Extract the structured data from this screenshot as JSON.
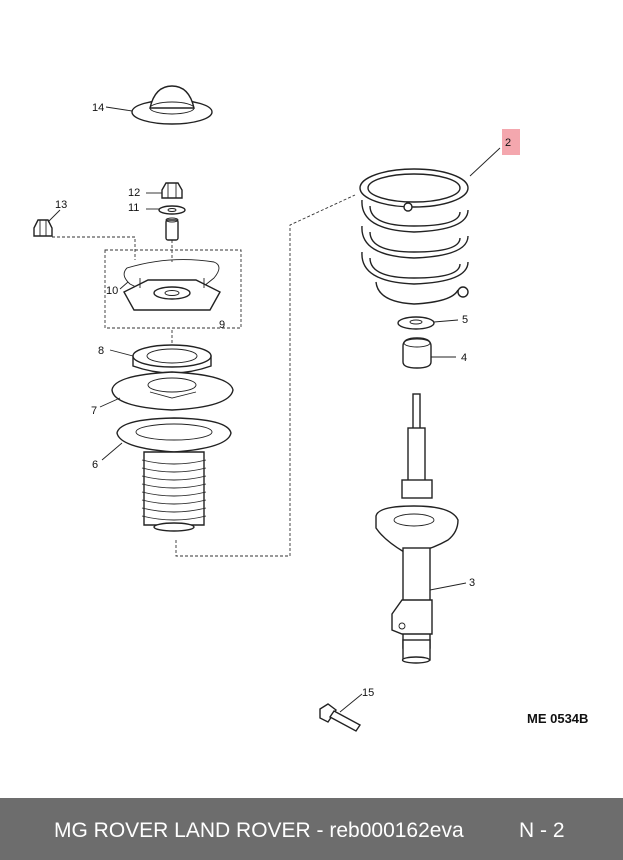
{
  "diagram": {
    "callouts": {
      "c2": "2",
      "c3": "3",
      "c4": "4",
      "c5": "5",
      "c6": "6",
      "c7": "7",
      "c8": "8",
      "c9": "9",
      "c10": "10",
      "c11": "11",
      "c12": "12",
      "c13": "13",
      "c14": "14",
      "c15": "15"
    },
    "highlight_color": "#f4a7ae",
    "drawing_code": "ME 0534B"
  },
  "footer": {
    "brand_and_part": "MG ROVER LAND ROVER - reb000162eva",
    "position_code": "N - 2",
    "background": "#6d6d6d"
  }
}
